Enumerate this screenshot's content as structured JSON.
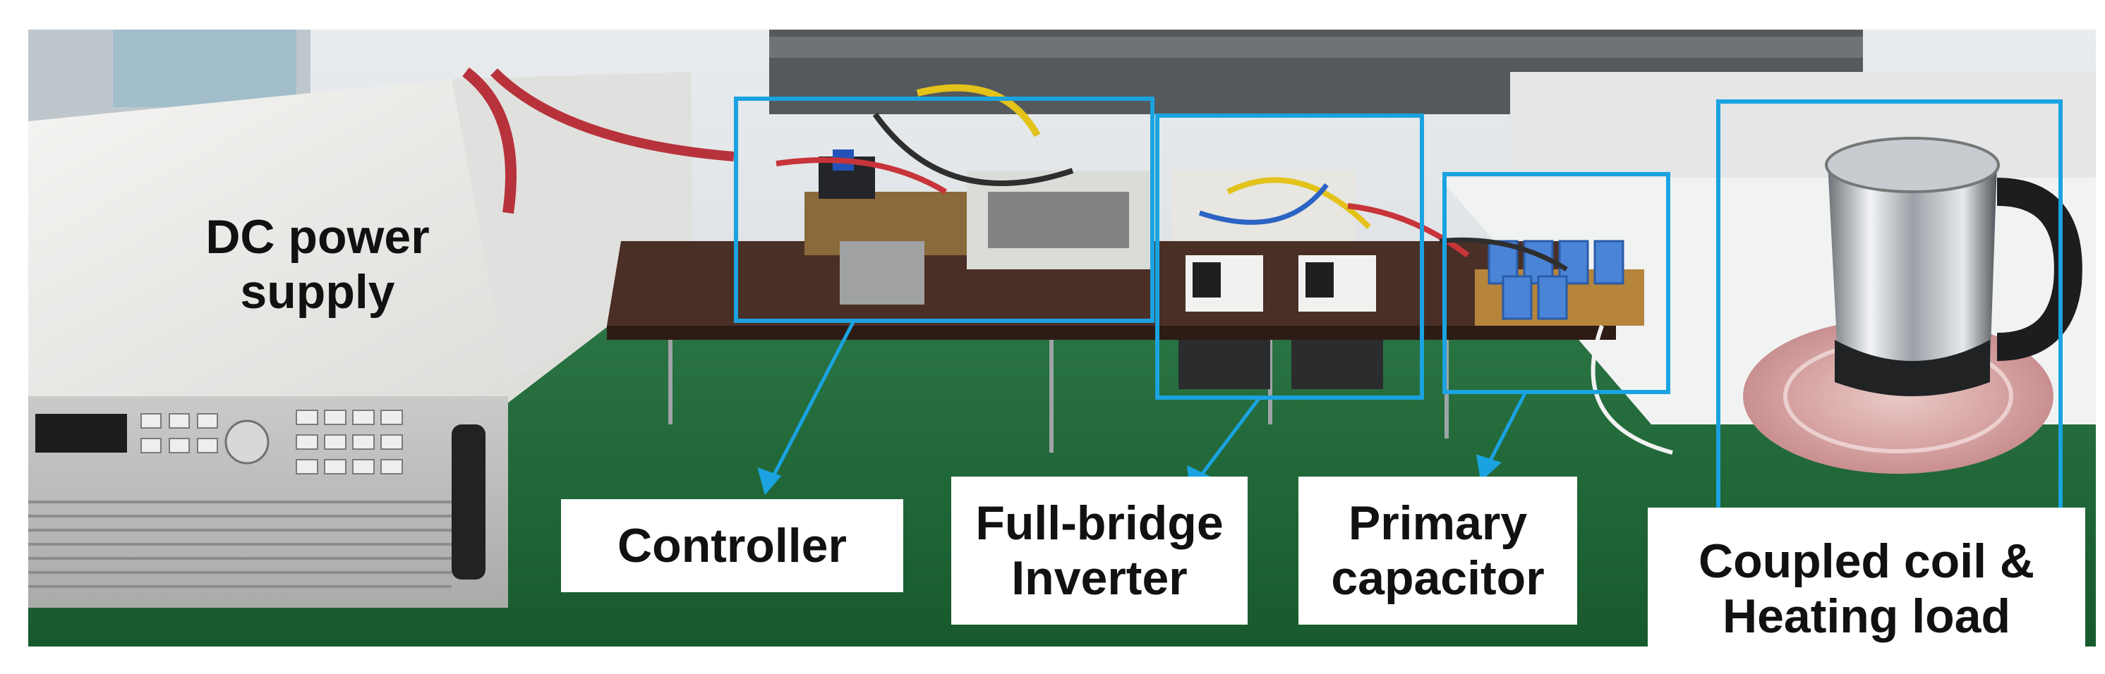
{
  "labels": {
    "dc_power_supply": [
      "DC power",
      "supply"
    ],
    "controller": [
      "Controller"
    ],
    "full_bridge_inverter": [
      "Full-bridge",
      "Inverter"
    ],
    "primary_capacitor": [
      "Primary",
      "capacitor"
    ],
    "coupled_coil": [
      "Coupled coil &",
      "Heating load"
    ]
  },
  "colors": {
    "highlight_box": "#1aa3e0",
    "label_background": "#ffffff",
    "label_text": "#111111",
    "table_top": "#1f6b3a"
  }
}
